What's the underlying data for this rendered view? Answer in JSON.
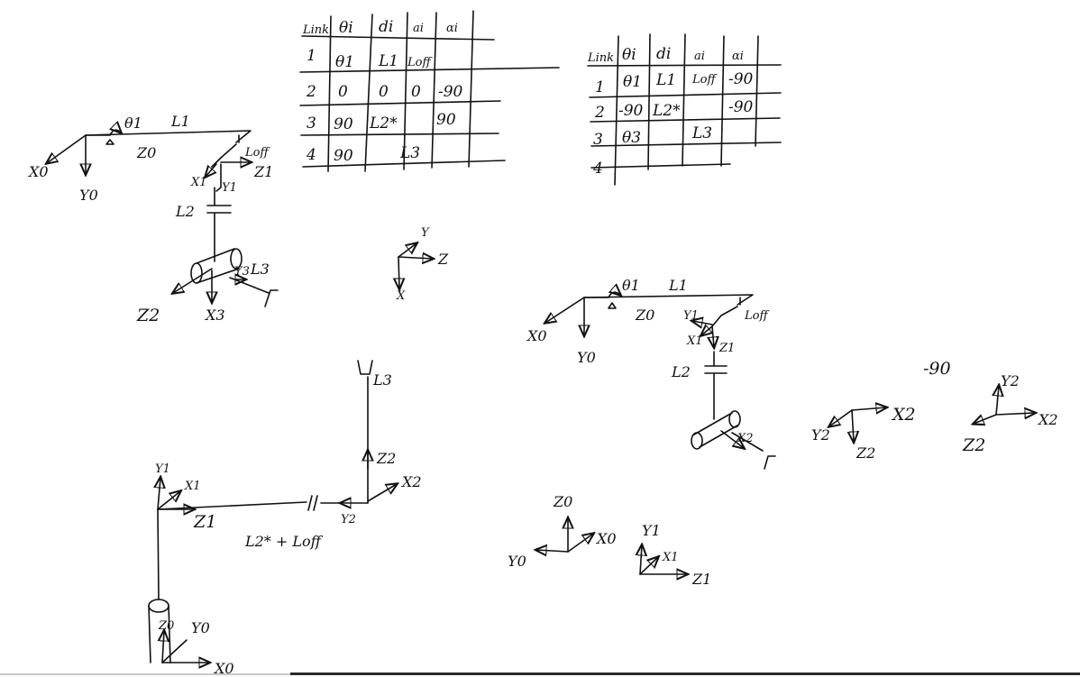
{
  "table_left": {
    "headers": [
      "Link",
      "θi",
      "di",
      "ai",
      "αi"
    ],
    "rows": [
      [
        "1",
        "θ1",
        "L1",
        "Loff",
        ""
      ],
      [
        "2",
        "0",
        "0",
        "0",
        "-90"
      ],
      [
        "3",
        "90",
        "L2*",
        "",
        "90"
      ],
      [
        "4",
        "90",
        "",
        "L3",
        ""
      ]
    ]
  },
  "table_right": {
    "headers": [
      "Link",
      "θi",
      "di",
      "ai",
      "αi"
    ],
    "rows": [
      [
        "1",
        "θ1",
        "L1",
        "Loff",
        "-90"
      ],
      [
        "2",
        "-90",
        "L2*",
        "",
        "-90"
      ],
      [
        "3",
        "θ3",
        "",
        "L3",
        ""
      ],
      [
        "4",
        "",
        "",
        "",
        ""
      ]
    ]
  },
  "sketch_top_left": {
    "theta": "θ1",
    "l1": "L1",
    "z0": "Z0",
    "x0": "X0",
    "y0": "Y0",
    "loff": "Loff",
    "z1": "Z1",
    "x1": "X1",
    "y1": "Y1",
    "l2": "L2",
    "y3": "Y3",
    "l3": "L3",
    "z2": "Z2",
    "x3": "X3"
  },
  "frame_small": {
    "y": "Y",
    "z": "Z",
    "x": "X"
  },
  "sketch_right": {
    "theta": "θ1",
    "l1": "L1",
    "z0": "Z0",
    "x0": "X0",
    "y0": "Y0",
    "y1": "Y1",
    "loff": "Loff",
    "x1": "X1",
    "z1": "Z1",
    "l2": "L2",
    "x2": "X2"
  },
  "note_minus90": "-90",
  "frame_a": {
    "x": "X2",
    "y": "Y2",
    "z": "Z2"
  },
  "frame_b": {
    "x": "X2",
    "y": "Y2",
    "z": "Z2"
  },
  "sketch_bottom_left": {
    "l3": "L3",
    "z2": "Z2",
    "x2": "X2",
    "y2": "Y2",
    "y1": "Y1",
    "x1": "X1",
    "z1": "Z1",
    "sum": "L2* + Loff",
    "z0": "Z0",
    "y0": "Y0",
    "x0": "X0"
  },
  "frame_c": {
    "z": "Z0",
    "y": "Y0",
    "x": "X0"
  },
  "frame_d": {
    "y": "Y1",
    "x": "X1",
    "z": "Z1"
  }
}
